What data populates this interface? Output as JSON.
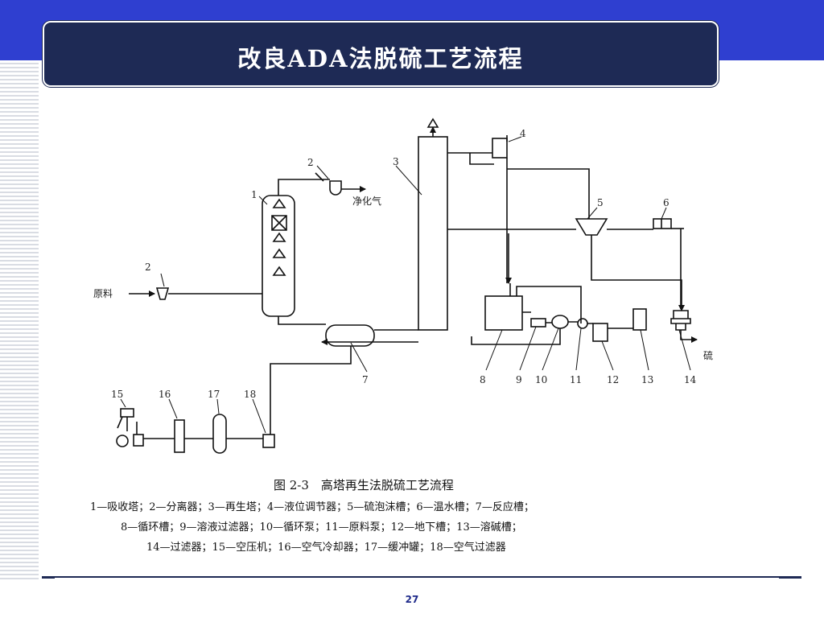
{
  "slide": {
    "title": "改良ADA法脱硫工艺流程",
    "page_number": "27"
  },
  "diagram": {
    "labels": {
      "n1": "1",
      "n2a": "2",
      "n2b": "2",
      "n3": "3",
      "n4": "4",
      "n5": "5",
      "n6": "6",
      "n7": "7",
      "n8": "8",
      "n9": "9",
      "n10": "10",
      "n11": "11",
      "n12": "12",
      "n13": "13",
      "n14": "14",
      "n15": "15",
      "n16": "16",
      "n17": "17",
      "n18": "18",
      "feed": "原料",
      "clean_gas": "净化气",
      "sulfur": "硫"
    },
    "caption": {
      "title": "图 2-3　高塔再生法脱硫工艺流程",
      "line1": "1—吸收塔；2—分离器；3—再生塔；4—液位调节器；5—硫泡沫槽；6—温水槽；7—反应槽；",
      "line2": "8—循环槽；9—溶液过滤器；10—循环泵；11—原料泵；12—地下槽；13—溶碱槽；",
      "line3": "14—过滤器；15—空压机；16—空气冷却器；17—缓冲罐；18—空气过滤器"
    }
  }
}
